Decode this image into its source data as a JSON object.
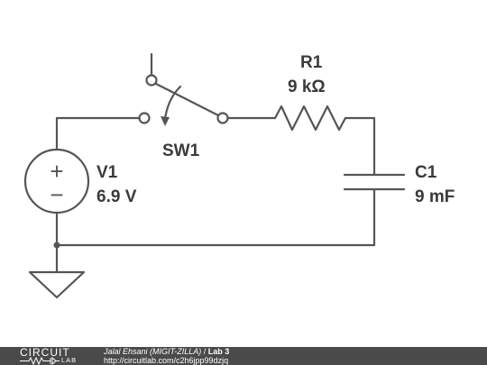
{
  "schematic": {
    "switch": {
      "name": "SW1"
    },
    "resistor": {
      "name": "R1",
      "value": "9 kΩ"
    },
    "capacitor": {
      "name": "C1",
      "value": "9 mF"
    },
    "source": {
      "name": "V1",
      "value": "6.9 V",
      "plus": "+",
      "minus": "−"
    }
  },
  "footer": {
    "logo_top": "CIRCUIT",
    "logo_bottom": "LAB",
    "author": "Jalal Ehsani (MIGIT-ZILLA)",
    "separator": " / ",
    "title": "Lab 3",
    "url": "http://circuitlab.com/c2h6jpp99dzjq"
  }
}
